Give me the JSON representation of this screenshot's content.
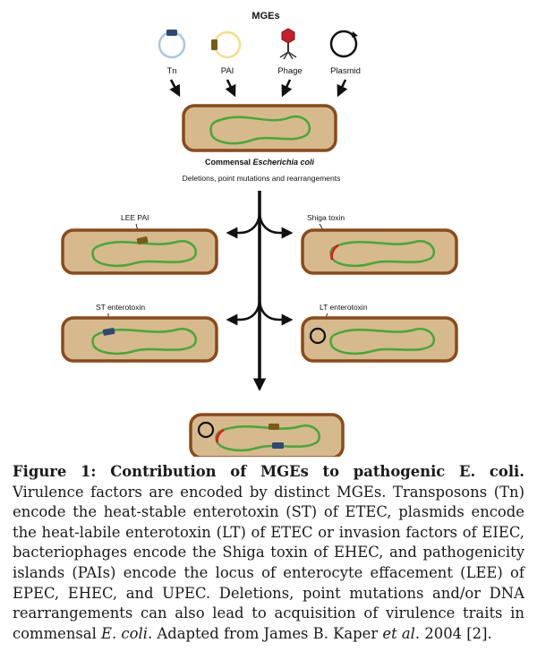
{
  "diagram": {
    "title": "MGEs",
    "mges": [
      {
        "label": "Tn",
        "icon": "transposon-plasmid-icon"
      },
      {
        "label": "PAI",
        "icon": "pai-plasmid-icon"
      },
      {
        "label": "Phage",
        "icon": "phage-icon"
      },
      {
        "label": "Plasmid",
        "icon": "plasmid-icon"
      }
    ],
    "commensal_prefix": "Commensal ",
    "commensal_species": "Escherichia coli",
    "process_note": "Deletions, point mutations and rearrangements",
    "variants": {
      "lee_pai": "LEE PAI",
      "shiga_toxin": "Shiga toxin",
      "st_enterotoxin": "ST enterotoxin",
      "lt_enterotoxin": "LT enterotoxin"
    },
    "colors": {
      "cell_fill": "#d7b98e",
      "cell_border": "#8a4a1a",
      "chromosome": "#44a83a",
      "tn_element": "#2c4a73",
      "pai_element": "#7a5a1a",
      "shiga_segment": "#e11b1b",
      "tn_circle": "#a9c9dc",
      "pai_circle": "#f0e08a",
      "plasmid": "#111111",
      "phage": "#c8202a"
    }
  },
  "caption": {
    "title": "Figure 1: Contribution of MGEs to pathogenic E. coli.",
    "body": [
      " Virulence factors are encoded by distinct MGEs. Transposons (Tn) encode the heat-stable enterotoxin (ST) of ETEC, plasmids encode the heat-labile enterotoxin (LT) of ETEC or invasion factors of EIEC, bacteriophages encode the Shiga toxin of EHEC, and pathogenicity islands (PAIs) encode the locus of enterocyte effacement (LEE) of EPEC, EHEC, and UPEC. Deletions, point mutations and/or DNA rearrangements can also lead to acquisition of virulence traits in commensal ",
      "E. coli",
      ". Adapted from James B. Kaper ",
      "et al.",
      " 2004 [2]."
    ]
  }
}
